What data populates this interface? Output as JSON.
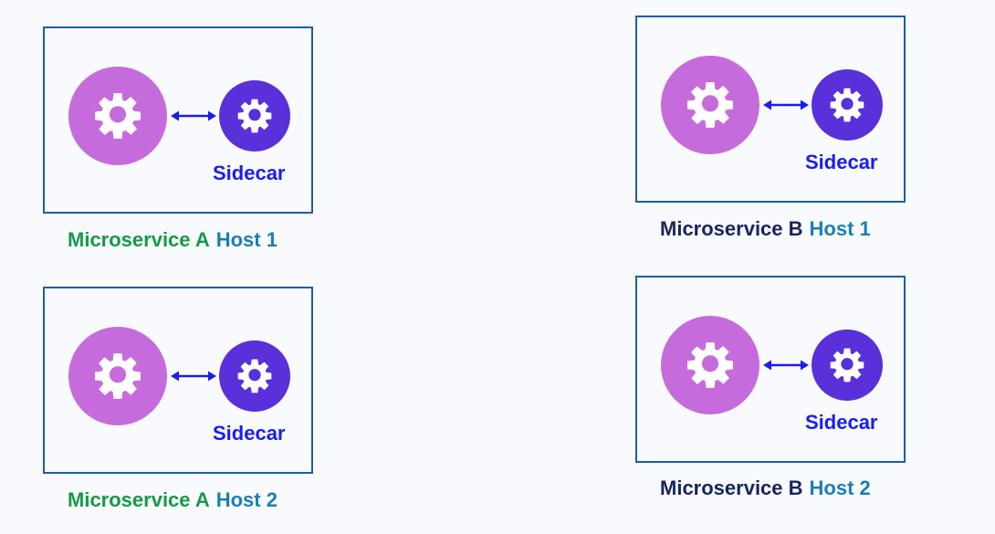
{
  "colors": {
    "box_border": "#1a5fa6",
    "main_gear": "#c66bdc",
    "sidecar_gear": "#5930d9",
    "arrow": "#1b1cf1",
    "sidecar_text": "#1b1cf1",
    "service_a_text": "#159a47",
    "service_b_text": "#18245e",
    "host_text": "#1a7fb5",
    "gear_icon": "#ffffff"
  },
  "hosts": [
    {
      "service": "Microservice A",
      "host": "Host 1",
      "sidecar_label": "Sidecar",
      "main_icon": "gear-icon",
      "sidecar_icon": "gear-icon"
    },
    {
      "service": "Microservice A",
      "host": "Host 2",
      "sidecar_label": "Sidecar",
      "main_icon": "gear-icon",
      "sidecar_icon": "gear-icon"
    },
    {
      "service": "Microservice B",
      "host": "Host 1",
      "sidecar_label": "Sidecar",
      "main_icon": "gear-icon",
      "sidecar_icon": "gear-icon"
    },
    {
      "service": "Microservice B",
      "host": "Host 2",
      "sidecar_label": "Sidecar",
      "main_icon": "gear-icon",
      "sidecar_icon": "gear-icon"
    }
  ]
}
